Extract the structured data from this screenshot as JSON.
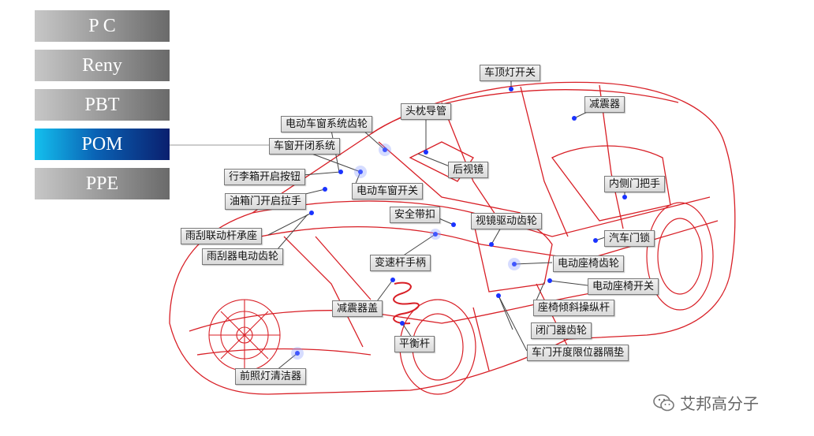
{
  "tabs": [
    {
      "label": "P C",
      "active": false
    },
    {
      "label": "Reny",
      "active": false
    },
    {
      "label": "PBT",
      "active": false
    },
    {
      "label": "POM",
      "active": true
    },
    {
      "label": "PPE",
      "active": false
    }
  ],
  "callouts": {
    "roof_light_switch": "车顶灯开关",
    "shock_absorber_top": "减震器",
    "headrest_guide": "头枕导管",
    "power_window_gear": "电动车窗系统齿轮",
    "window_opening_system": "车窗开闭系统",
    "rear_mirror": "后视镜",
    "trunk_button": "行李箱开启按钮",
    "power_window_switch": "电动车窗开关",
    "fuel_door_handle": "油箱门开启拉手",
    "inner_door_handle": "内侧门把手",
    "seat_belt": "安全带扣",
    "mirror_drive_gear": "视镜驱动齿轮",
    "car_door_lock": "汽车门锁",
    "wiper_link_seat": "雨刮联动杆承座",
    "wiper_motor_gear": "雨刮器电动齿轮",
    "gear_shift_handle": "变速杆手柄",
    "power_seat_gear": "电动座椅齿轮",
    "power_seat_switch": "电动座椅开关",
    "shock_cover": "减震器盖",
    "seat_tilt_lever": "座椅倾斜操纵杆",
    "door_closer_gear": "闭门器齿轮",
    "stabilizer_bar": "平衡杆",
    "door_stop_spacer": "车门开度限位器隔垫",
    "headlamp_cleaner": "前照灯清洁器"
  },
  "watermark": {
    "text": "艾邦高分子",
    "icon": "wechat-icon"
  },
  "colors": {
    "car_outline": "#d81f26",
    "leader_line": "#444444",
    "marker": "#1a33ff",
    "active_tab": "#0a63b5"
  }
}
